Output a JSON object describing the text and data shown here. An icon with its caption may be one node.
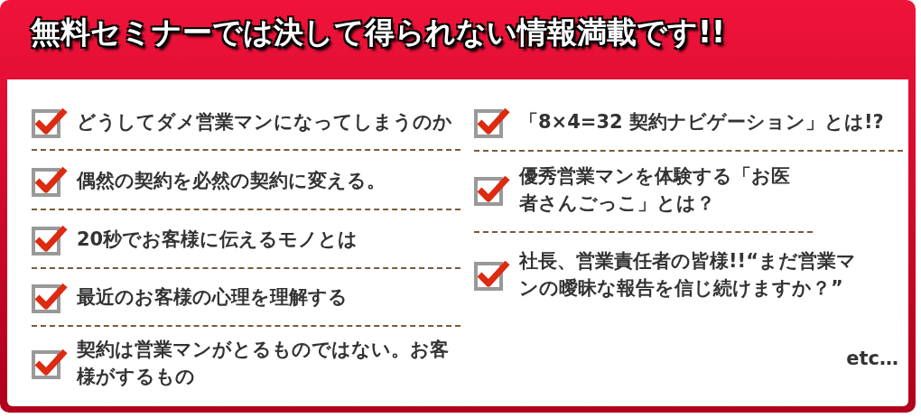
{
  "diagram": {
    "title": "無料セミナーでは決して得られない**情報満載です!!**",
    "labels": [
      "どうしてダメ営業マンになってしまうのか",
      "偶然の契約を必然の契約に変える。",
      "20秒でお客様に伝えるモノとは",
      "最近のお客様の心理を理解する",
      "契約は営業マンがとるものではない。お客様がするもの",
      "「8×4=32 契約ナビゲーション」とは!?",
      "優秀営業マンを体験する「お医者さんごっこ」とは？",
      "社長、営業責任者の皆様!!“まだ営業マンの曖昧な報告を信じ続けますか？”",
      "etc…"
    ]
  }
}
